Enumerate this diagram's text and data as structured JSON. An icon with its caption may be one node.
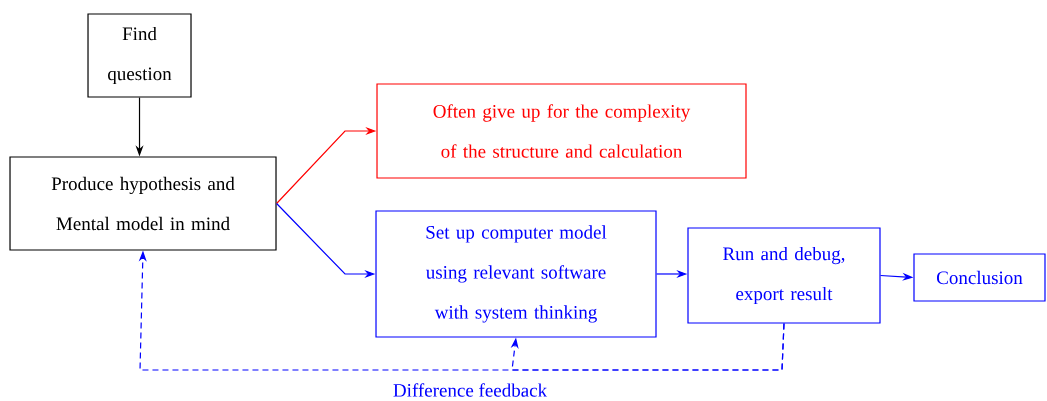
{
  "diagram": {
    "nodes": [
      {
        "text": [
          "Find question"
        ]
      },
      {
        "text": [
          "Produce hypothesis and Mental model in mind"
        ]
      },
      {
        "text": [
          "Often give up for the complexity of the structure and calculation"
        ]
      },
      {
        "text": [
          "Set up computer model using relevant software with system thinking"
        ]
      },
      {
        "text": [
          "Run and debug, export result"
        ]
      },
      {
        "text": [
          "Conclusion"
        ]
      }
    ],
    "edges": [
      {
        "from": 0,
        "to": 1,
        "arrow": "to",
        "color": "#000000"
      },
      {
        "from": 1,
        "to": 2,
        "arrow": "to",
        "color": "#ff0000"
      },
      {
        "from": 1,
        "to": 3,
        "arrow": "to"
      },
      {
        "from": 3,
        "to": 4,
        "arrow": "to"
      },
      {
        "from": 4,
        "to": 5,
        "arrow": "to"
      },
      {
        "from": 4,
        "to": 1,
        "arrow": "to",
        "style": "dashed",
        "label": "Difference feedback"
      },
      {
        "from": 4,
        "to": 3,
        "arrow": "to",
        "style": "dashed"
      }
    ]
  }
}
